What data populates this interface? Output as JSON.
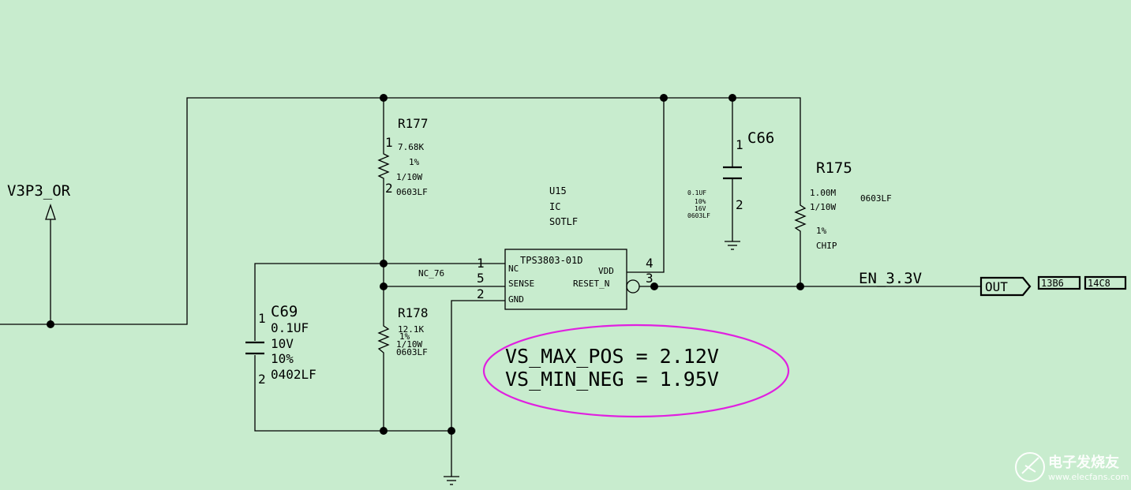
{
  "net_labels": {
    "v3p3": "V3P3_OR",
    "en": "EN_3.3V",
    "nc": "NC_76"
  },
  "out_port": {
    "label": "OUT",
    "refs": [
      "13B6",
      "14C8"
    ]
  },
  "r177": {
    "ref": "R177",
    "pin1": "1",
    "pin2": "2",
    "value": "7.68K",
    "tol": "1%",
    "power": "1/10W",
    "pkg": "0603LF"
  },
  "r178": {
    "ref": "R178",
    "value": "12.1K",
    "tol": "1%",
    "power": "1/10W",
    "pkg": "0603LF"
  },
  "r175": {
    "ref": "R175",
    "value": "1.00M",
    "power": "1/10W",
    "pkg": "0603LF",
    "tol": "1%",
    "type": "CHIP"
  },
  "c66": {
    "ref": "C66",
    "pin1": "1",
    "pin2": "2",
    "value": "0.1UF",
    "tol": "10%",
    "voltage": "16V",
    "pkg": "0603LF"
  },
  "c69": {
    "ref": "C69",
    "pin1": "1",
    "pin2": "2",
    "value": "0.1UF",
    "voltage": "10V",
    "tol": "10%",
    "pkg": "0402LF"
  },
  "u15": {
    "ref": "U15",
    "type": "IC",
    "pkg": "SOTLF",
    "part": "TPS3803-01D",
    "pins": {
      "nc": "NC",
      "sense": "SENSE",
      "gnd": "GND",
      "vdd": "VDD",
      "reset": "RESET_N",
      "n1": "1",
      "n5": "5",
      "n2": "2",
      "n4": "4",
      "n3": "3"
    }
  },
  "annotation": {
    "line1": "VS_MAX_POS = 2.12V",
    "line2": "VS_MIN_NEG = 1.95V",
    "ellipse_color": "#e020e0"
  },
  "watermark": {
    "cn": "电子发烧友",
    "en": "www.elecfans.com"
  }
}
